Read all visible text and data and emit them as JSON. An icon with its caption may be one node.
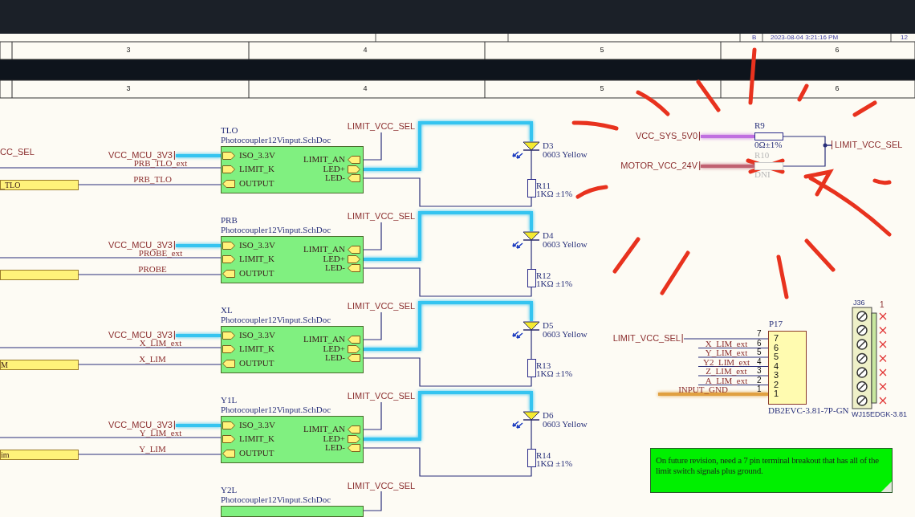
{
  "diagram": {
    "nodes": [
      {
        "text": [
          "TLO",
          "Photocoupler12Vinput.SchDoc",
          "ISO_3.3V",
          "LIMIT_K",
          "OUTPUT",
          "LIMIT_AN",
          "LED+",
          "LED-"
        ]
      },
      {
        "text": [
          "VCC_MCU_3V3"
        ]
      },
      {
        "text": [
          "LIMIT_VCC_SEL"
        ]
      },
      {
        "text": [
          "_TLO"
        ]
      },
      {
        "text": [],
        "shape": "diode",
        "beside": [
          "D3",
          "0603 Yellow"
        ]
      },
      {
        "text": [],
        "shape": "resistor",
        "beside": [
          "R11",
          "1KΩ ±1%"
        ]
      },
      {
        "text": [
          "PRB",
          "Photocoupler12Vinput.SchDoc",
          "ISO_3.3V",
          "LIMIT_K",
          "OUTPUT",
          "LIMIT_AN",
          "LED+",
          "LED-"
        ]
      },
      {
        "text": [
          "VCC_MCU_3V3"
        ]
      },
      {
        "text": [
          "LIMIT_VCC_SEL"
        ]
      },
      {
        "text": [],
        "shape": "box"
      },
      {
        "text": [],
        "shape": "diode",
        "beside": [
          "D4",
          "0603 Yellow"
        ]
      },
      {
        "text": [],
        "shape": "resistor",
        "beside": [
          "R12",
          "1KΩ ±1%"
        ]
      },
      {
        "text": [
          "XL",
          "Photocoupler12Vinput.SchDoc",
          "ISO_3.3V",
          "LIMIT_K",
          "OUTPUT",
          "LIMIT_AN",
          "LED+",
          "LED-"
        ]
      },
      {
        "text": [
          "VCC_MCU_3V3"
        ]
      },
      {
        "text": [
          "LIMIT_VCC_SEL"
        ]
      },
      {
        "text": [
          "M"
        ]
      },
      {
        "text": [],
        "shape": "diode",
        "beside": [
          "D5",
          "0603 Yellow"
        ]
      },
      {
        "text": [],
        "shape": "resistor",
        "beside": [
          "R13",
          "1KΩ ±1%"
        ]
      },
      {
        "text": [
          "Y1L",
          "Photocoupler12Vinput.SchDoc",
          "ISO_3.3V",
          "LIMIT_K",
          "OUTPUT",
          "LIMIT_AN",
          "LED+",
          "LED-"
        ]
      },
      {
        "text": [
          "VCC_MCU_3V3"
        ]
      },
      {
        "text": [
          "LIMIT_VCC_SEL"
        ]
      },
      {
        "text": [
          "im"
        ]
      },
      {
        "text": [],
        "shape": "diode",
        "beside": [
          "D6",
          "0603 Yellow"
        ]
      },
      {
        "text": [],
        "shape": "resistor",
        "beside": [
          "R14",
          "1KΩ ±1%"
        ]
      },
      {
        "text": [
          "Y2L",
          "Photocoupler12Vinput.SchDoc"
        ]
      },
      {
        "text": [
          "LIMIT_VCC_SEL"
        ]
      },
      {
        "text": [
          "VCC_SYS_5V0"
        ]
      },
      {
        "text": [],
        "shape": "resistor",
        "beside": [
          "R9",
          "0Ω±1%"
        ]
      },
      {
        "text": [
          "MOTOR_VCC_24V"
        ]
      },
      {
        "text": [],
        "shape": "resistor",
        "beside": [
          "R10",
          "DNI"
        ]
      },
      {
        "text": [
          "LIMIT_VCC_SEL"
        ]
      },
      {
        "text": [
          "LIMIT_VCC_SEL"
        ]
      },
      {
        "text": [
          "P17",
          "7",
          "6",
          "5",
          "4",
          "3",
          "2",
          "1"
        ],
        "beside": [
          "DB2EVC-3.81-7P-GN"
        ]
      },
      {
        "text": [
          "J36",
          "1"
        ],
        "beside": [
          "WJ15EDGK-3.81"
        ]
      },
      {
        "text": [
          "On future revision, need a 7 pin terminal breakout that has all of the limit switch signals plus ground."
        ]
      }
    ],
    "edges": [
      {
        "from": null,
        "to": 0,
        "label": "PRB_TLO_ext",
        "arrow": "none"
      },
      {
        "from": 3,
        "to": 0,
        "label": "PRB_TLO",
        "arrow": "none"
      },
      {
        "from": 1,
        "to": 0,
        "arrow": "none",
        "style": "thick",
        "color": "#35c4f0"
      },
      {
        "from": 2,
        "to": 0,
        "arrow": "none"
      },
      {
        "from": 0,
        "to": 4,
        "arrow": "none",
        "style": "thick",
        "color": "#35c4f0"
      },
      {
        "from": 4,
        "to": 5,
        "arrow": "none"
      },
      {
        "from": 5,
        "to": 0,
        "arrow": "none"
      },
      {
        "from": null,
        "to": 6,
        "label": "PROBE_ext",
        "arrow": "none"
      },
      {
        "from": 9,
        "to": 6,
        "label": "PROBE",
        "arrow": "none"
      },
      {
        "from": 7,
        "to": 6,
        "arrow": "none",
        "style": "thick",
        "color": "#35c4f0"
      },
      {
        "from": 8,
        "to": 6,
        "arrow": "none"
      },
      {
        "from": 6,
        "to": 10,
        "arrow": "none",
        "style": "thick",
        "color": "#35c4f0"
      },
      {
        "from": 10,
        "to": 11,
        "arrow": "none"
      },
      {
        "from": 11,
        "to": 6,
        "arrow": "none"
      },
      {
        "from": null,
        "to": 12,
        "label": "X_LIM_ext",
        "arrow": "none"
      },
      {
        "from": 15,
        "to": 12,
        "label": "X_LIM",
        "arrow": "none"
      },
      {
        "from": 13,
        "to": 12,
        "arrow": "none",
        "style": "thick",
        "color": "#35c4f0"
      },
      {
        "from": 14,
        "to": 12,
        "arrow": "none"
      },
      {
        "from": 12,
        "to": 16,
        "arrow": "none",
        "style": "thick",
        "color": "#35c4f0"
      },
      {
        "from": 16,
        "to": 17,
        "arrow": "none"
      },
      {
        "from": 17,
        "to": 12,
        "arrow": "none"
      },
      {
        "from": null,
        "to": 18,
        "label": "Y_LIM_ext",
        "arrow": "none"
      },
      {
        "from": 21,
        "to": 18,
        "label": "Y_LIM",
        "arrow": "none"
      },
      {
        "from": 19,
        "to": 18,
        "arrow": "none",
        "style": "thick",
        "color": "#35c4f0"
      },
      {
        "from": 20,
        "to": 18,
        "arrow": "none"
      },
      {
        "from": 18,
        "to": 22,
        "arrow": "none",
        "style": "thick",
        "color": "#35c4f0"
      },
      {
        "from": 22,
        "to": 23,
        "arrow": "none"
      },
      {
        "from": 23,
        "to": 18,
        "arrow": "none"
      },
      {
        "from": 25,
        "to": 24,
        "arrow": "none"
      },
      {
        "from": 26,
        "to": 27,
        "arrow": "none",
        "style": "thick",
        "color": "#c070e0"
      },
      {
        "from": 27,
        "to": 30,
        "arrow": "none"
      },
      {
        "from": 28,
        "to": 29,
        "arrow": "none",
        "style": "thick",
        "color": "#c06070"
      },
      {
        "from": 29,
        "to": 30,
        "arrow": "none"
      },
      {
        "from": 31,
        "to": 32,
        "arrow": "none"
      },
      {
        "from": null,
        "to": 32,
        "label": "X_LIM_ext",
        "arrow": "none"
      },
      {
        "from": null,
        "to": 32,
        "label": "Y_LIM_ext",
        "arrow": "none"
      },
      {
        "from": null,
        "to": 32,
        "label": "Y2_LIM_ext",
        "arrow": "none"
      },
      {
        "from": null,
        "to": 32,
        "label": "Z_LIM_ext",
        "arrow": "none"
      },
      {
        "from": null,
        "to": 32,
        "label": "A_LIM_ext",
        "arrow": "none"
      },
      {
        "from": null,
        "to": 32,
        "label": "INPUT_GND",
        "arrow": "none",
        "style": "thick",
        "color": "#e0a040"
      }
    ],
    "labels": [
      "B",
      "2023-08-04 3:21:16 PM",
      "12",
      "3",
      "4",
      "5",
      "6",
      "3",
      "4",
      "5",
      "6",
      "CC_SEL",
      "7",
      "6",
      "5",
      "4",
      "3",
      "2",
      "1"
    ]
  }
}
